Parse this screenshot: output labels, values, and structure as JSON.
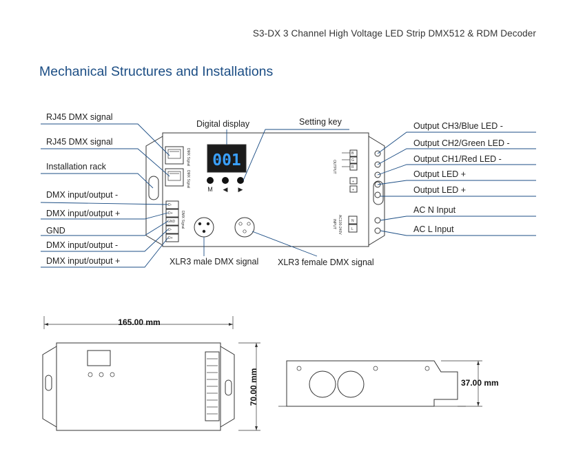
{
  "header": {
    "doc_title": "S3-DX  3 Channel High Voltage LED Strip DMX512 & RDM Decoder",
    "section_title": "Mechanical Structures and Installations"
  },
  "display": {
    "digits": "001",
    "key_labels": [
      "M",
      "◀",
      "▶"
    ]
  },
  "callouts_left": [
    "RJ45 DMX signal",
    "RJ45 DMX signal",
    "Installation rack",
    "DMX input/output -",
    "DMX input/output +",
    "GND",
    "DMX input/output -",
    "DMX input/output +"
  ],
  "callouts_top": [
    "Digital display",
    "Setting key"
  ],
  "callouts_bottom": [
    "XLR3 male DMX signal",
    "XLR3 female DMX signal"
  ],
  "callouts_right": [
    "Output CH3/Blue LED -",
    "Output CH2/Green LED -",
    "Output CH1/Red LED -",
    "Output LED +",
    "Output LED +",
    "AC N Input",
    "AC L Input"
  ],
  "device_text": {
    "rj45_a": "DMX Signal",
    "rj45_b": "DMX Signal",
    "output_label": "OUTPUT",
    "input_label": "INPUT",
    "input_sub": "AC100-240V",
    "dmx_label": "DMX Signal",
    "terminals_left": [
      "D-",
      "D+",
      "GND",
      "D-",
      "D+"
    ],
    "terminals_out": [
      "B",
      "G",
      "R",
      "+",
      "+"
    ],
    "terminals_in": [
      "N",
      "L"
    ]
  },
  "dimensions": {
    "width": "165.00 mm",
    "height": "70.00 mm",
    "depth": "37.00 mm"
  },
  "colors": {
    "accent": "#1b4d84",
    "display_bg": "#1b1b1b",
    "display_digits": "#3aa0ff"
  }
}
